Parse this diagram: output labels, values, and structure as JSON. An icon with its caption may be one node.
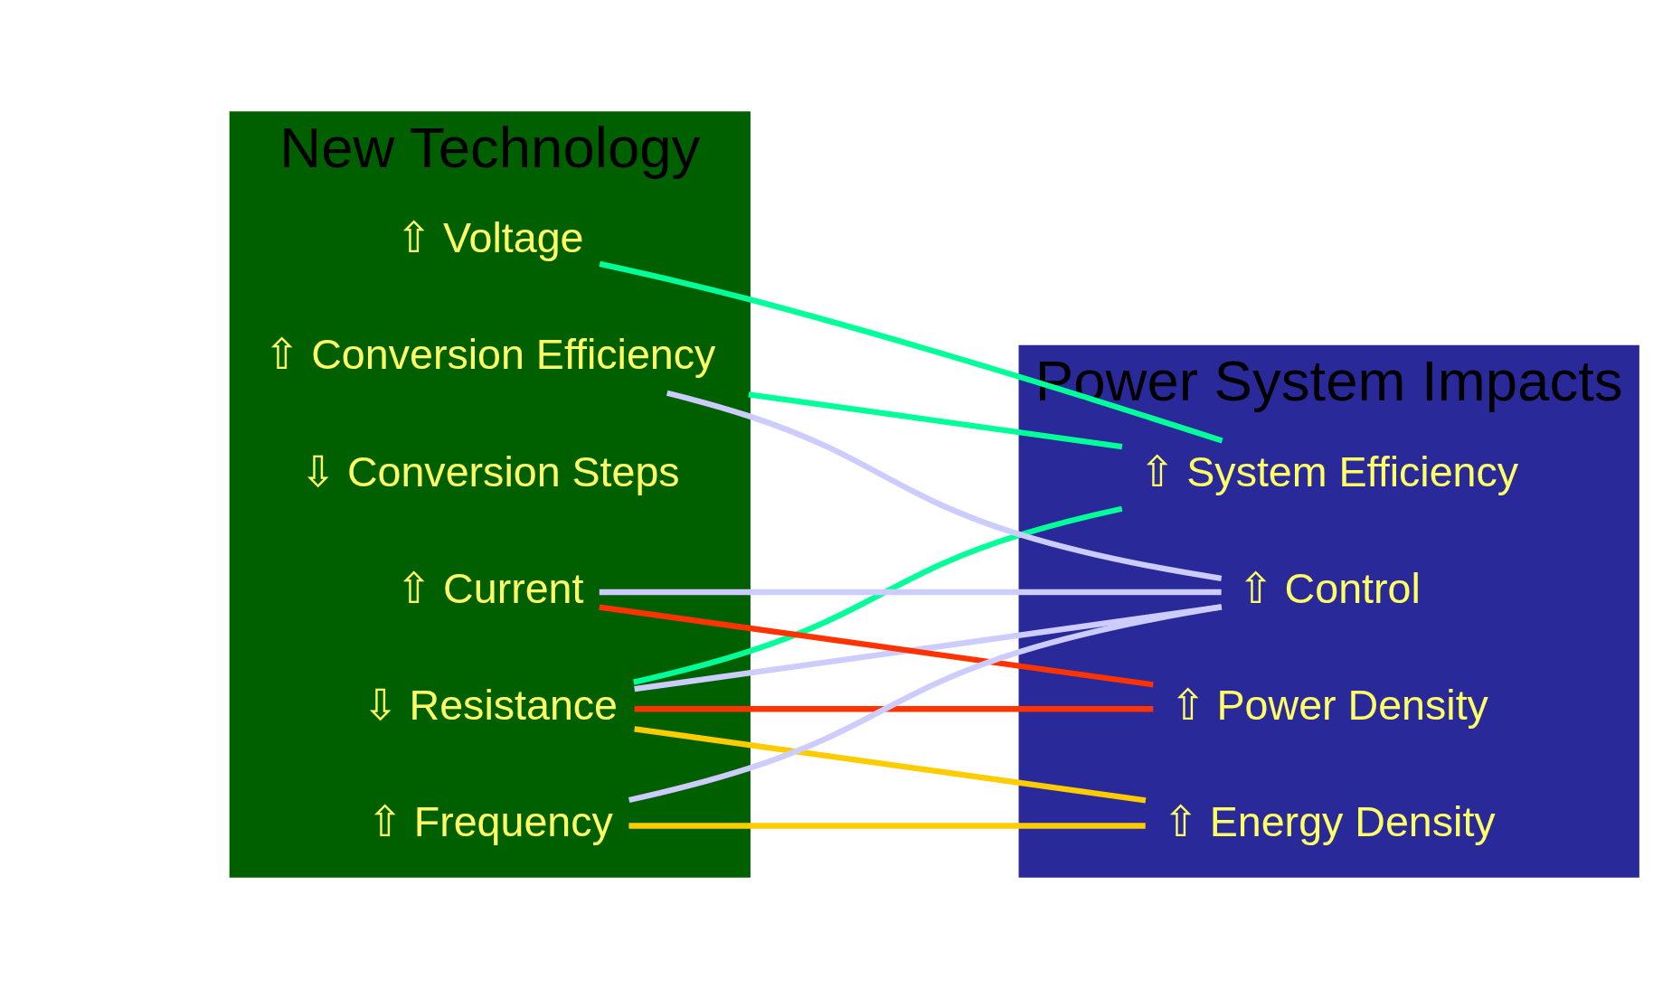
{
  "diagram": {
    "nodes": [
      {
        "text": [
          "New Technology"
        ]
      },
      {
        "text": [
          "⇩ Conversion Steps"
        ],
        "in": 0
      },
      {
        "text": [
          "⇩ Resistance"
        ],
        "in": 0
      },
      {
        "text": [
          "⇧ Voltage"
        ],
        "in": 0
      },
      {
        "text": [
          "⇧ Current"
        ],
        "in": 0
      },
      {
        "text": [
          "⇧ Frequency"
        ],
        "in": 0
      },
      {
        "text": [
          "⇧ Conversion Efficiency"
        ],
        "in": 0
      },
      {
        "text": [
          "Power System Impacts"
        ]
      },
      {
        "text": [
          "⇧ Power Density"
        ],
        "in": 7
      },
      {
        "text": [
          "⇧ Energy Density"
        ],
        "in": 7
      },
      {
        "text": [
          "⇧ System Efficiency"
        ],
        "in": 7
      },
      {
        "text": [
          "⇧ Control"
        ],
        "in": 7
      }
    ],
    "edges": [
      {
        "from": 2,
        "to": 8,
        "arrow": "none",
        "color": "#ff3300"
      },
      {
        "from": 4,
        "to": 8,
        "arrow": "none",
        "color": "#ff3300"
      },
      {
        "from": 2,
        "to": 9,
        "arrow": "none",
        "color": "#ffcc00"
      },
      {
        "from": 5,
        "to": 9,
        "arrow": "none",
        "color": "#ffcc00"
      },
      {
        "from": 2,
        "to": 10,
        "arrow": "none",
        "color": "#00ff99"
      },
      {
        "from": 3,
        "to": 10,
        "arrow": "none",
        "color": "#00ff99"
      },
      {
        "from": 0,
        "to": 10,
        "arrow": "none",
        "color": "#00ff99"
      },
      {
        "from": 2,
        "to": 11,
        "arrow": "none"
      },
      {
        "from": 4,
        "to": 11,
        "arrow": "none"
      },
      {
        "from": 5,
        "to": 11,
        "arrow": "none"
      },
      {
        "from": 6,
        "to": 11,
        "arrow": "none"
      }
    ]
  }
}
